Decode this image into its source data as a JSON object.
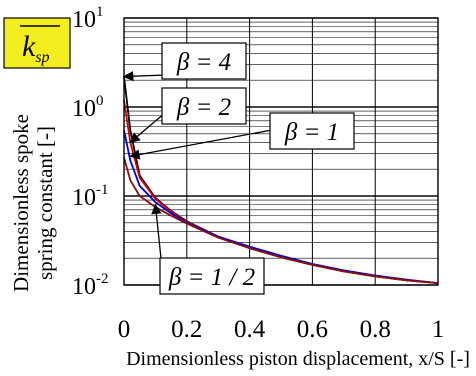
{
  "chart_data": {
    "type": "line",
    "title_badge": "k",
    "title_badge_sub": "sp",
    "ylabel_line1": "Dimensionless spoke",
    "ylabel_line2": "spring constant [-]",
    "xlabel": "Dimensionless piston displacement, x/S [-]",
    "xlim": [
      0,
      1
    ],
    "ylim": [
      0.01,
      10
    ],
    "yscale": "log",
    "grid": true,
    "x_ticks": [
      "0",
      "0.2",
      "0.4",
      "0.6",
      "0.8",
      "1"
    ],
    "y_ticks": [
      {
        "base": "10",
        "exp": "1"
      },
      {
        "base": "10",
        "exp": "0"
      },
      {
        "base": "10",
        "exp": "-1"
      },
      {
        "base": "10",
        "exp": "-2"
      }
    ],
    "colors": {
      "badge_bg": "#f5ee1f",
      "beta4": "#000000",
      "beta2": "#d40000",
      "beta1": "#0000d0",
      "beta_half": "#8b1010"
    },
    "series": [
      {
        "name": "β = 4",
        "color": "#000000",
        "x": [
          0,
          0.02,
          0.05,
          0.1,
          0.15,
          0.2,
          0.3,
          0.4,
          0.5,
          0.6,
          0.7,
          0.8,
          0.9,
          1.0
        ],
        "y": [
          2.2,
          0.55,
          0.17,
          0.095,
          0.068,
          0.052,
          0.035,
          0.026,
          0.0205,
          0.0168,
          0.0142,
          0.0125,
          0.0113,
          0.0105
        ]
      },
      {
        "name": "β = 2",
        "color": "#d40000",
        "x": [
          0,
          0.02,
          0.05,
          0.1,
          0.15,
          0.2,
          0.3,
          0.4,
          0.5,
          0.6,
          0.7,
          0.8,
          0.9,
          1.0
        ],
        "y": [
          1.2,
          0.4,
          0.16,
          0.093,
          0.067,
          0.051,
          0.035,
          0.026,
          0.0205,
          0.0168,
          0.0142,
          0.0125,
          0.0113,
          0.0105
        ]
      },
      {
        "name": "β = 1",
        "color": "#0000d0",
        "x": [
          0,
          0.02,
          0.05,
          0.1,
          0.15,
          0.2,
          0.3,
          0.4,
          0.5,
          0.6,
          0.7,
          0.8,
          0.9,
          1.0
        ],
        "y": [
          0.55,
          0.25,
          0.13,
          0.085,
          0.064,
          0.05,
          0.035,
          0.027,
          0.0213,
          0.0172,
          0.0146,
          0.0128,
          0.0115,
          0.0105
        ]
      },
      {
        "name": "β = 1 / 2",
        "color": "#8b1010",
        "x": [
          0,
          0.02,
          0.05,
          0.1,
          0.15,
          0.2,
          0.3,
          0.4,
          0.5,
          0.6,
          0.7,
          0.8,
          0.9,
          1.0
        ],
        "y": [
          0.27,
          0.15,
          0.1,
          0.075,
          0.06,
          0.049,
          0.034,
          0.026,
          0.0205,
          0.0168,
          0.0142,
          0.0125,
          0.0113,
          0.0105
        ]
      }
    ],
    "annotations": [
      {
        "label": "β = 4",
        "target_x": 0.0,
        "target_y": 2.2
      },
      {
        "label": "β = 2",
        "target_x": 0.02,
        "target_y": 0.4
      },
      {
        "label": "β = 1",
        "target_x": 0.02,
        "target_y": 0.28
      },
      {
        "label": "β = 1 / 2",
        "target_x": 0.1,
        "target_y": 0.08
      }
    ]
  }
}
